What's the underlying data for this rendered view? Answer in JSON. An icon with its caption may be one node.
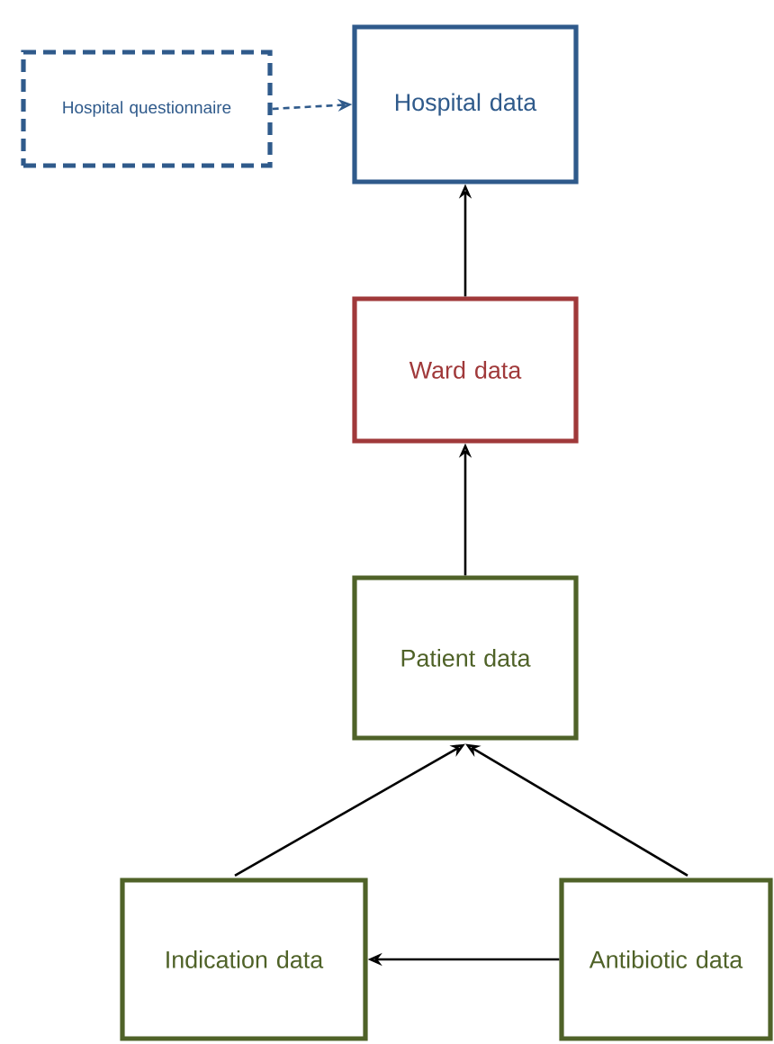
{
  "diagram": {
    "nodes": [
      {
        "text": [
          "Hospital questionnaire"
        ]
      },
      {
        "text": [
          "Hospital data"
        ]
      },
      {
        "text": [
          "Ward data"
        ]
      },
      {
        "text": [
          "Patient data"
        ]
      },
      {
        "text": [
          "Indication data"
        ]
      },
      {
        "text": [
          "Antibiotic data"
        ]
      }
    ],
    "edges": [
      {
        "from": 0,
        "to": 1,
        "arrow": "to",
        "style": "dashed",
        "color": "#2f5a8b"
      },
      {
        "from": 2,
        "to": 1,
        "arrow": "to"
      },
      {
        "from": 3,
        "to": 2,
        "arrow": "to"
      },
      {
        "from": 4,
        "to": 3,
        "arrow": "to"
      },
      {
        "from": 5,
        "to": 3,
        "arrow": "to"
      },
      {
        "from": 5,
        "to": 4,
        "arrow": "to"
      }
    ]
  }
}
